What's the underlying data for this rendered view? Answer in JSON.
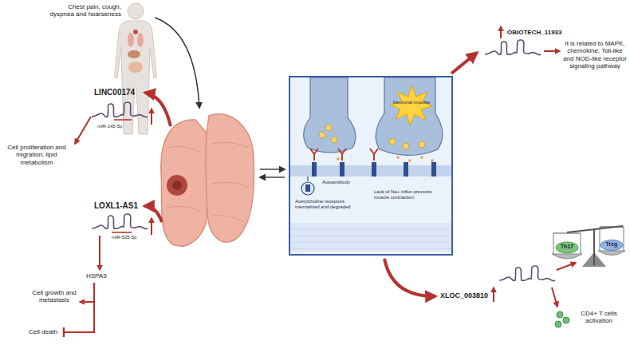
{
  "diagram": {
    "nodes": [
      {
        "text": [
          "Neuronal impulse",
          "Autoantibody",
          "Acetylcholine receptors internalized and degraded",
          "Lack of Na+ influx prevents muscle contraction"
        ]
      }
    ],
    "labels": [
      "Chest pain, cough, dyspnea and hoarseness",
      "LINC00174",
      "miR-145-5p",
      "Cell proliferation and migration, lipid metabolism",
      "LOXL1-AS1",
      "miR-525-5p",
      "HSPA9",
      "Cell growth and metastasis",
      "Cell death",
      "OBIOTECH_11933",
      "It is related to MAPK, chemokine, Toll-like and NOD-like receptor signaling pathway",
      "XLOC_003810",
      "Th17",
      "Treg",
      "CD4+ T cells activation"
    ]
  }
}
